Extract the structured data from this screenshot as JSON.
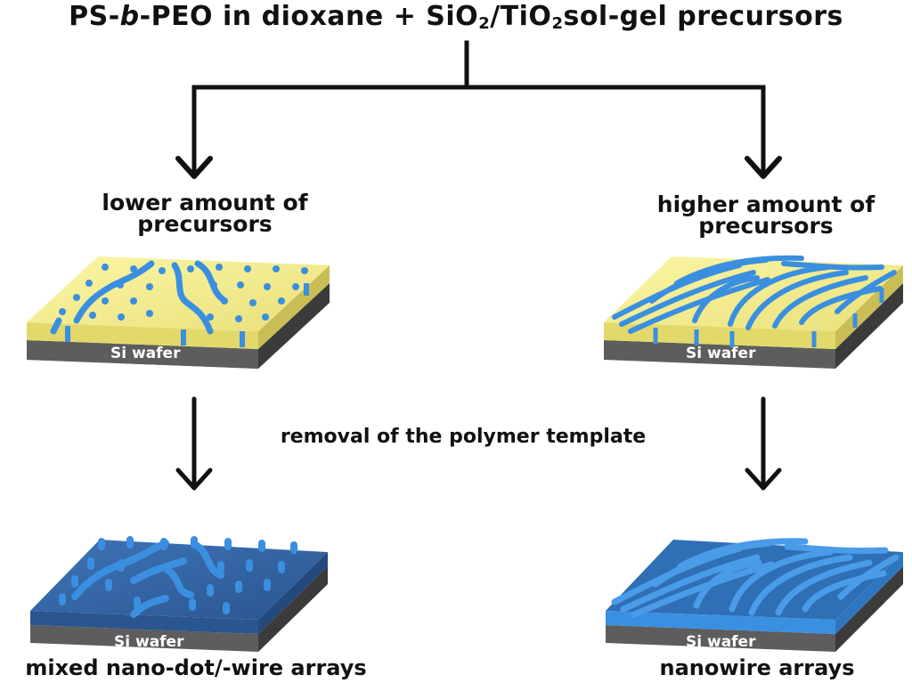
{
  "title": {
    "part1": "PS-",
    "part2": "b",
    "part3": "-PEO in dioxane  +  SiO",
    "sub1": "2",
    "part4": "/TiO",
    "sub2": "2",
    "part5": "sol-gel precursors"
  },
  "branches": {
    "left": {
      "condition_line1": "lower amount of",
      "condition_line2": "precursors",
      "result": "mixed nano-dot/-wire arrays"
    },
    "right": {
      "condition_line1": "higher amount of",
      "condition_line2": "precursors",
      "result": "nanowire arrays"
    }
  },
  "step_label": "removal of the polymer template",
  "substrate_label": "Si wafer",
  "colors": {
    "polymer_film": "#f4ee86",
    "nanostructure": "#3a8fe0",
    "dark_blue_layer": "#2f5f9e",
    "wafer_top": "#5d5d5d",
    "wafer_side": "#3f3f3f",
    "arrow": "#111111"
  },
  "icons": [
    "down-arrow-icon"
  ]
}
